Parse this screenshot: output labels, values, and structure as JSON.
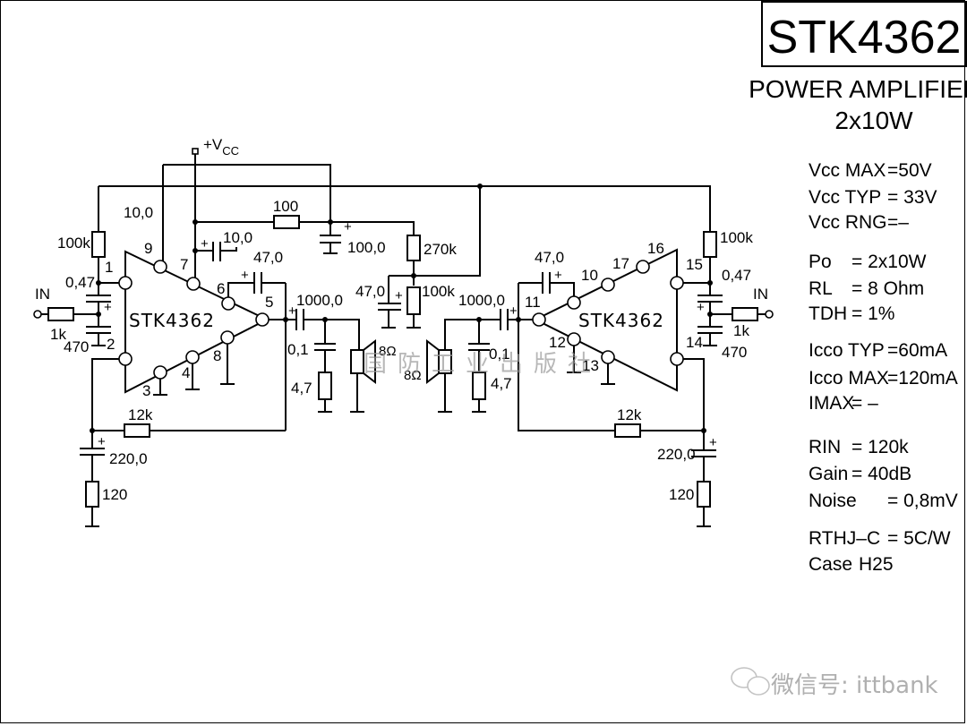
{
  "title_block": {
    "part_number": "STK4362",
    "description": "POWER AMPLIFIER",
    "power_rating": "2x10W"
  },
  "specs": [
    {
      "key": "vcc_max",
      "label": "Vcc MAX",
      "value": "=50V"
    },
    {
      "key": "vcc_typ",
      "label": "Vcc TYP",
      "value": "= 33V"
    },
    {
      "key": "vcc_rng",
      "label": "Vcc RNG",
      "value": "=–"
    },
    {
      "key": "po",
      "label": "Po",
      "value": "= 2x10W"
    },
    {
      "key": "rl",
      "label": "RL",
      "value": "= 8 Ohm"
    },
    {
      "key": "thd",
      "label": "TDH",
      "value": "= 1%"
    },
    {
      "key": "icco_typ",
      "label": "Icco TYP",
      "value": "=60mA"
    },
    {
      "key": "icco_max",
      "label": "Icco MAX",
      "value": "=120mA"
    },
    {
      "key": "imax",
      "label": "IMAX",
      "value": "=     –"
    },
    {
      "key": "rin",
      "label": "RIN",
      "value": "= 120k"
    },
    {
      "key": "gain",
      "label": "Gain",
      "value": "= 40dB"
    },
    {
      "key": "noise",
      "label": "Noise",
      "value": "= 0,8mV"
    },
    {
      "key": "rthjc",
      "label": "RTHJ–C",
      "value": "= 5C/W"
    },
    {
      "key": "case",
      "label": "Case",
      "value": "H25"
    }
  ],
  "supply": {
    "label": "+V",
    "sub": "CC"
  },
  "chip_label": "STK4362",
  "left_channel": {
    "input": "IN",
    "r_in": "1k",
    "c_in": "0,47",
    "c_470": "470",
    "r_bias": "100k",
    "c_pin9": "10,0",
    "c_pin7": "10,0",
    "c_boot": "47,0",
    "c_out": "1000,0",
    "c_zobel": "0,1",
    "r_zobel": "4,7",
    "speaker": "8Ω",
    "r_fb": "12k",
    "c_fb": "220,0",
    "r_fb_gnd": "120",
    "pins": [
      "1",
      "2",
      "3",
      "4",
      "5",
      "6",
      "7",
      "8",
      "9"
    ]
  },
  "right_channel": {
    "input": "IN",
    "r_in": "1k",
    "c_in": "0,47",
    "c_470": "470",
    "r_bias": "100k",
    "c_boot": "47,0",
    "c_out": "1000,0",
    "c_zobel": "0,1",
    "r_zobel": "4,7",
    "speaker": "8Ω",
    "r_fb": "12k",
    "c_fb": "220,0",
    "r_fb_gnd": "120",
    "pins": [
      "10",
      "11",
      "12",
      "13",
      "14",
      "15",
      "16",
      "17"
    ]
  },
  "common": {
    "r_supply": "100",
    "c_supply": "100,0",
    "r_div_top": "270k",
    "r_div_bot": "100k",
    "c_div": "47,0"
  },
  "watermark": {
    "publisher": "国防工业出版社",
    "wechat": "微信号: ittbank"
  }
}
